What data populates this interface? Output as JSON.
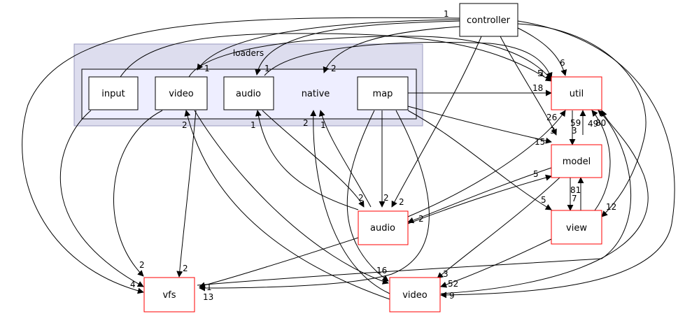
{
  "cluster": {
    "label": "loaders",
    "inner_nodes": [
      {
        "id": "input",
        "label": "input"
      },
      {
        "id": "video_l",
        "label": "video"
      },
      {
        "id": "audio_l",
        "label": "audio"
      },
      {
        "id": "native",
        "label": "native"
      },
      {
        "id": "map",
        "label": "map"
      }
    ]
  },
  "nodes": [
    {
      "id": "controller",
      "label": "controller",
      "border": "#000000"
    },
    {
      "id": "util",
      "label": "util",
      "border": "#ff0000"
    },
    {
      "id": "model",
      "label": "model",
      "border": "#ff0000"
    },
    {
      "id": "view",
      "label": "view",
      "border": "#ff0000"
    },
    {
      "id": "audio_b",
      "label": "audio",
      "border": "#ff0000"
    },
    {
      "id": "vfs",
      "label": "vfs",
      "border": "#ff0000"
    },
    {
      "id": "video_b",
      "label": "video",
      "border": "#ff0000"
    }
  ],
  "edge_labels": [
    {
      "id": "l1",
      "text": "1"
    },
    {
      "id": "l2",
      "text": "1"
    },
    {
      "id": "l3",
      "text": "1"
    },
    {
      "id": "l4",
      "text": "2"
    },
    {
      "id": "l5",
      "text": "5"
    },
    {
      "id": "l6",
      "text": "1"
    },
    {
      "id": "l7",
      "text": "6"
    },
    {
      "id": "l8",
      "text": "18"
    },
    {
      "id": "l9",
      "text": "26"
    },
    {
      "id": "l10",
      "text": "59"
    },
    {
      "id": "l11",
      "text": "3"
    },
    {
      "id": "l12",
      "text": "3"
    },
    {
      "id": "l13",
      "text": "49"
    },
    {
      "id": "l14",
      "text": "80"
    },
    {
      "id": "l15",
      "text": "15"
    },
    {
      "id": "l16",
      "text": "5"
    },
    {
      "id": "l17",
      "text": "81"
    },
    {
      "id": "l18",
      "text": "7"
    },
    {
      "id": "l19",
      "text": "5"
    },
    {
      "id": "l20",
      "text": "12"
    },
    {
      "id": "l21",
      "text": "2"
    },
    {
      "id": "l22",
      "text": "1"
    },
    {
      "id": "l23",
      "text": "2"
    },
    {
      "id": "l24",
      "text": "1"
    },
    {
      "id": "l25",
      "text": "2"
    },
    {
      "id": "l26",
      "text": "2"
    },
    {
      "id": "l27",
      "text": "2"
    },
    {
      "id": "l28",
      "text": "2"
    },
    {
      "id": "l29",
      "text": "4"
    },
    {
      "id": "l30",
      "text": "2"
    },
    {
      "id": "l31",
      "text": "1"
    },
    {
      "id": "l32",
      "text": "13"
    },
    {
      "id": "l33",
      "text": "16"
    },
    {
      "id": "l34",
      "text": "3"
    },
    {
      "id": "l35",
      "text": "52"
    },
    {
      "id": "l36",
      "text": "9"
    }
  ]
}
